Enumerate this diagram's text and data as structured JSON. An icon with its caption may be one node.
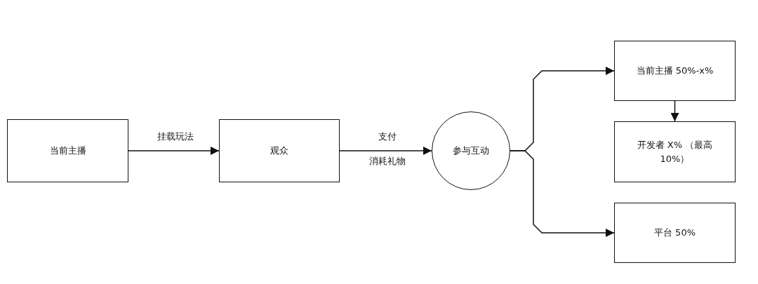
{
  "diagram": {
    "nodes": [
      {
        "text": [
          "当前主播"
        ]
      },
      {
        "text": [
          "观众"
        ]
      },
      {
        "text": [
          "参与互动"
        ]
      },
      {
        "text": [
          "当前主播 50%-x%"
        ]
      },
      {
        "text": [
          "开发者 X% （最高10%）"
        ]
      },
      {
        "text": [
          "平台 50%"
        ]
      }
    ],
    "edges": [
      {
        "from": 0,
        "to": 1,
        "arrow": "to",
        "label": "挂载玩法"
      },
      {
        "from": 1,
        "to": 2,
        "arrow": "to",
        "label": "支付"
      },
      {
        "from": 2,
        "to": 3,
        "arrow": "to"
      },
      {
        "from": 2,
        "to": 5,
        "arrow": "to"
      },
      {
        "from": 3,
        "to": 4,
        "arrow": "to"
      }
    ],
    "labels": [
      "消耗礼物"
    ]
  }
}
